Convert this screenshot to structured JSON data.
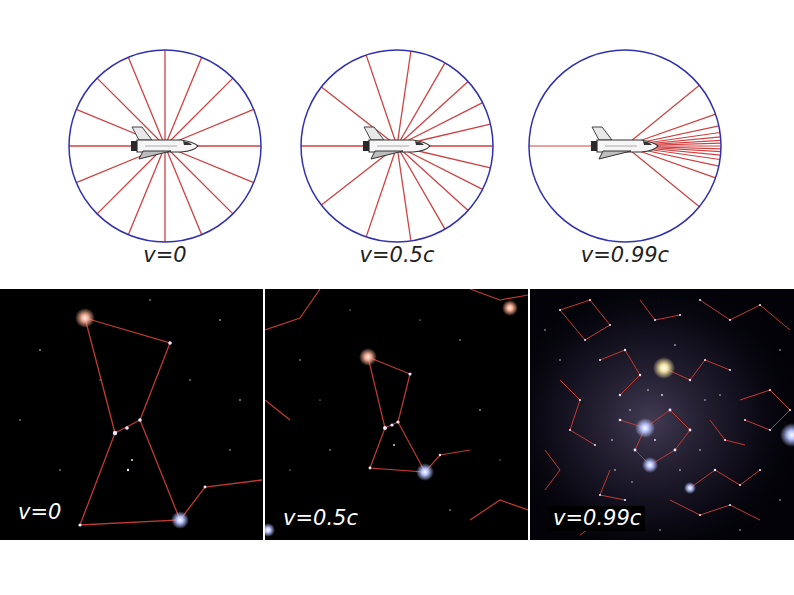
{
  "diagram": {
    "labels": [
      "v=0",
      "v=0.5c",
      "v=0.99c",
      "v=0",
      "v=0.5c",
      "v=0.99c"
    ]
  }
}
